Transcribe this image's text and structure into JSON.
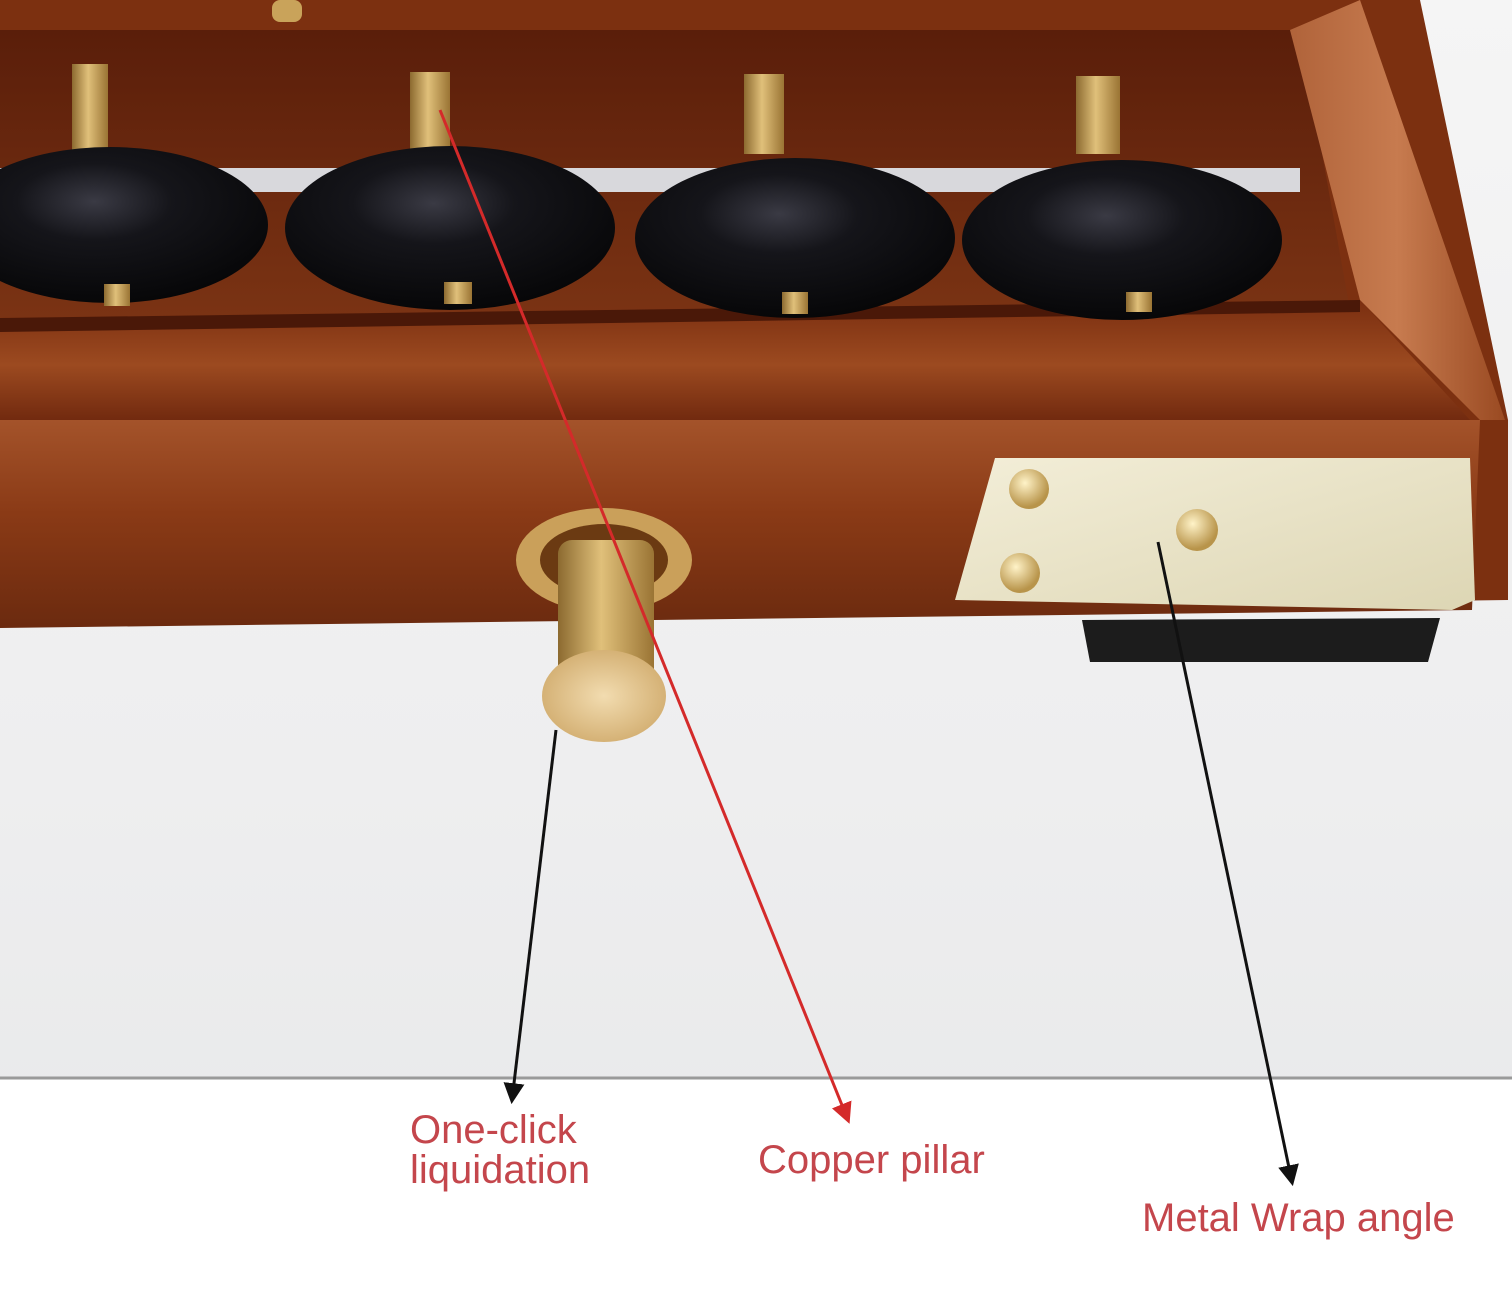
{
  "annotations": {
    "one_click_line1": "One-click",
    "one_click_line2": "liquidation",
    "copper_pillar": "Copper pillar",
    "metal_wrap_angle": "Metal Wrap angle"
  },
  "colors": {
    "label_text": "#c4464c",
    "wood_dark": "#5a1e0a",
    "wood_mid": "#8a3a16",
    "wood_light": "#b25a2a",
    "bead_black": "#0d0d10",
    "brass": "#c9a35a",
    "metal_plate": "#e9e3c6",
    "red_arrow": "#d42a2a",
    "black_arrow": "#111111",
    "backdrop_gray": "#ecedee"
  },
  "icons": [
    "abacus-frame",
    "abacus-bead",
    "brass-pin",
    "metal-corner-plate",
    "leader-arrow"
  ]
}
